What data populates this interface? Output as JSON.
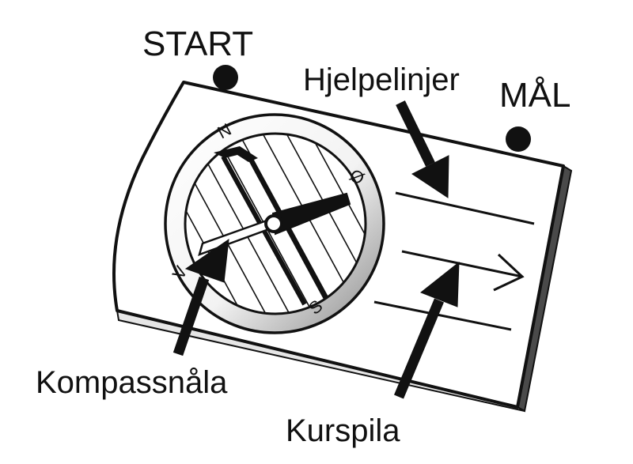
{
  "labels": {
    "start": "START",
    "goal": "MÅL",
    "guide_lines": "Hjelpelinjer",
    "needle": "Kompassnåla",
    "course_arrow": "Kurspila"
  },
  "compass_letters": {
    "north": "N",
    "east": "Ø",
    "south": "S",
    "west": "V"
  },
  "colors": {
    "ink": "#111111",
    "plate": "#ffffff",
    "plate_edge": "#4a4a4a"
  }
}
